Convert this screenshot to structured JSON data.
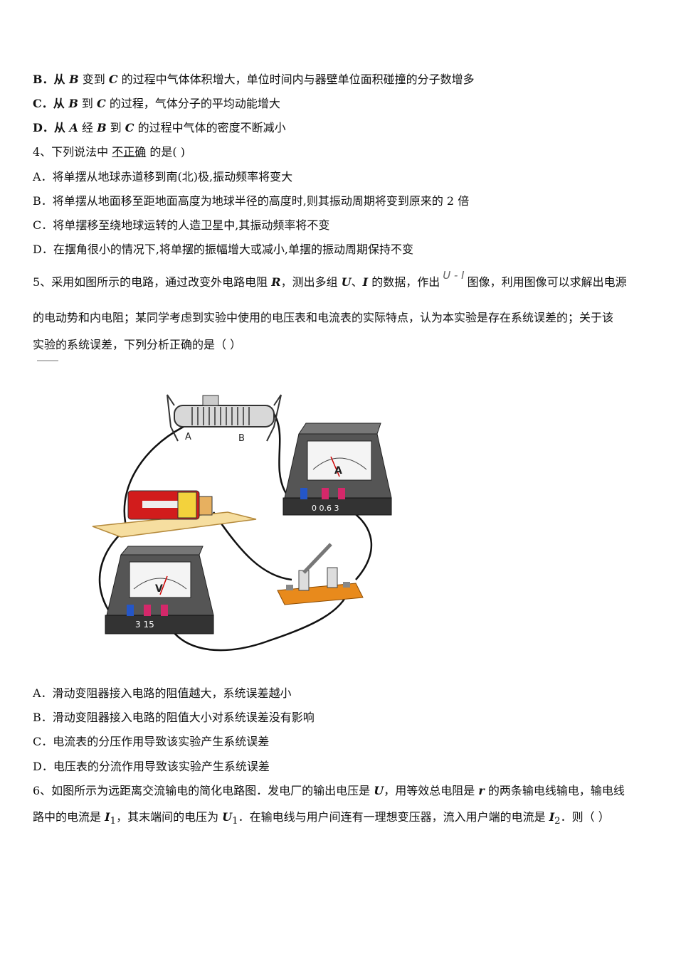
{
  "q3": {
    "optB": {
      "pre": "B．从 ",
      "v1": "B",
      "mid1": " 变到 ",
      "v2": "C",
      "post": " 的过程中气体体积增大，单位时间内与器壁单位面积碰撞的分子数增多"
    },
    "optC": {
      "pre": "C．从 ",
      "v1": "B",
      "mid1": " 到 ",
      "v2": "C",
      "post": " 的过程，气体分子的平均动能增大"
    },
    "optD": {
      "pre": "D．从 ",
      "v1": "A",
      "mid1": " 经 ",
      "v2": "B",
      "mid2": " 到 ",
      "v3": "C",
      "post": " 的过程中气体的密度不断减小"
    }
  },
  "q4": {
    "stem_pre": "4、下列说法中 ",
    "stem_underline": "不正确",
    "stem_post": " 的是(    )",
    "optA": "A．将单摆从地球赤道移到南(北)极,振动频率将变大",
    "optB": "B．将单摆从地面移至距地面高度为地球半径的高度时,则其振动周期将变到原来的 2 倍",
    "optC": "C．将单摆移至绕地球运转的人造卫星中,其振动频率将不变",
    "optD": "D．在摆角很小的情况下,将单摆的振幅增大或减小,单摆的振动周期保持不变"
  },
  "q5": {
    "l1_pre": "5、采用如图所示的电路，通过改变外电路电阻 ",
    "R": "R",
    "l1_mid": "，测出多组 ",
    "U": "U",
    "sep": "、",
    "I": "I",
    "l1_mid2": " 的数据，作出",
    "formula": "U - I",
    "l1_post": "图像，利用图像可以求解出电源",
    "l2": "的电动势和内电阻；某同学考虑到实验中使用的电压表和电流表的实际特点，认为本实验是存在系统误差的；关于该",
    "l3": "实验的系统误差，下列分析正确的是（        ）",
    "figure_labels": {
      "A": "A",
      "B": "B",
      "ammeter_letter": "A",
      "ammeter_terms": "0  0.6  3",
      "voltmeter_letter": "V",
      "voltmeter_terms": "3   15"
    },
    "optA": "A．滑动变阻器接入电路的阻值越大，系统误差越小",
    "optB": "B．滑动变阻器接入电路的阻值大小对系统误差没有影响",
    "optC": "C．电流表的分压作用导致该实验产生系统误差",
    "optD": "D．电压表的分流作用导致该实验产生系统误差"
  },
  "q6": {
    "l1_pre": "6、如图所示为远距离交流输电的简化电路图．发电厂的输出电压是 ",
    "U": "U",
    "l1_mid": "，用等效总电阻是 ",
    "r": "r",
    "l1_post": " 的两条输电线输电，输电线",
    "l2_pre": "路中的电流是 ",
    "I1": "I",
    "sub1": "1",
    "l2_mid": "，其末端间的电压为 ",
    "U1": "U",
    "sub2": "1",
    "l2_mid2": "．在输电线与用户间连有一理想变压器，流入用户端的电流是 ",
    "I2": "I",
    "sub3": "2",
    "l2_post": "．则（    ）"
  }
}
